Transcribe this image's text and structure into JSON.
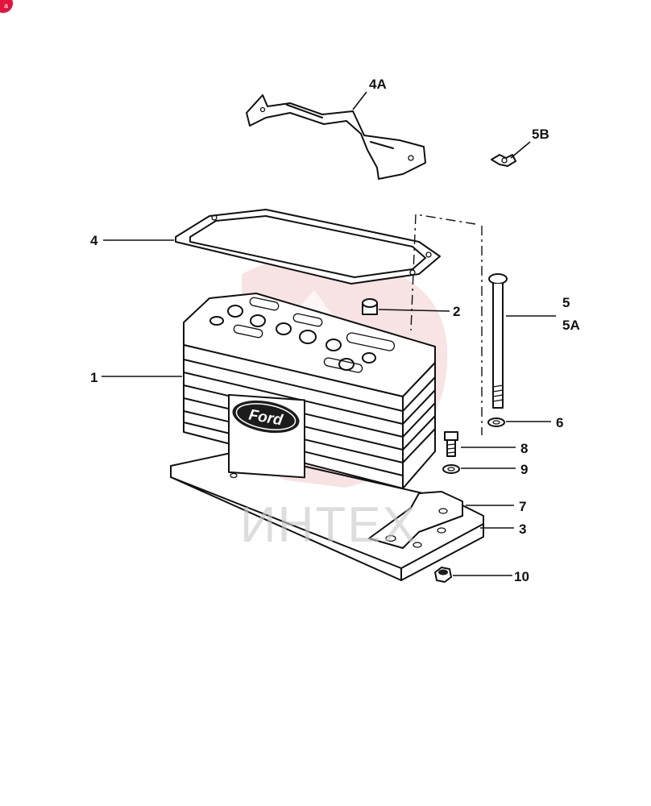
{
  "badge": {
    "text": "a",
    "color": "#e0143c"
  },
  "brand": {
    "text": "Ford"
  },
  "watermark": {
    "text": "ИНТЕХ",
    "color": "#c8c8c8",
    "logo_color": "#e8a8ae"
  },
  "callouts": [
    {
      "id": "4A",
      "label": "4A"
    },
    {
      "id": "5B",
      "label": "5B"
    },
    {
      "id": "4",
      "label": "4"
    },
    {
      "id": "2",
      "label": "2"
    },
    {
      "id": "5",
      "label": "5"
    },
    {
      "id": "5A",
      "label": "5A"
    },
    {
      "id": "1",
      "label": "1"
    },
    {
      "id": "6",
      "label": "6"
    },
    {
      "id": "8",
      "label": "8"
    },
    {
      "id": "9",
      "label": "9"
    },
    {
      "id": "7",
      "label": "7"
    },
    {
      "id": "3",
      "label": "3"
    },
    {
      "id": "10",
      "label": "10"
    }
  ]
}
